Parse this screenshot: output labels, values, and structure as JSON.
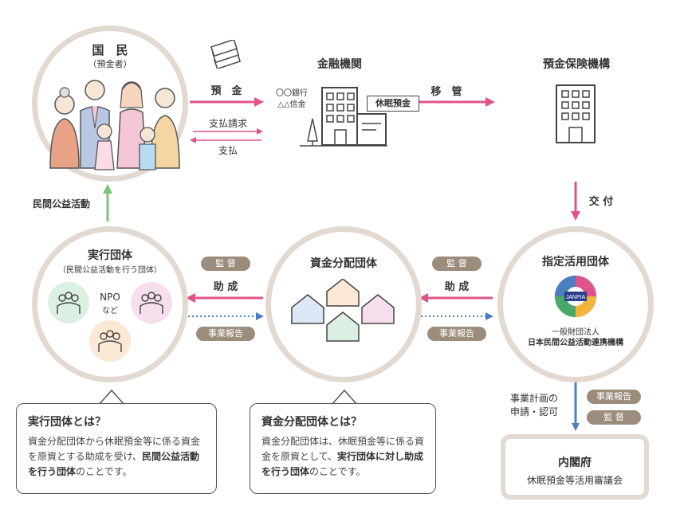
{
  "citizens": {
    "title": "国　民",
    "subtitle": "（預金者）"
  },
  "deposit_label": "預　金",
  "payment_request_label": "支払請求",
  "payment_label": "支払",
  "bank": {
    "title": "金融機関",
    "line1": "〇〇銀行",
    "line2": "△△信金",
    "dormant_tag": "休眠預金"
  },
  "transfer_label": "移　管",
  "insurance": {
    "title": "預金保険機構"
  },
  "grant_label": "交 付",
  "civic_activity_label": "民間公益活動",
  "implementing": {
    "title": "実行団体",
    "subtitle": "（民間公益活動を行う団体）",
    "npo_line1": "NPO",
    "npo_line2": "など"
  },
  "distributing": {
    "title": "資金分配団体"
  },
  "designated": {
    "title": "指定活用団体",
    "logo_text": "JANPIA",
    "org_line1": "一般財団法人",
    "org_line2": "日本民間公益活動連携機構"
  },
  "left_arrows": {
    "supervision": "監 督",
    "support": "助 成",
    "report": "事業報告"
  },
  "right_arrows": {
    "supervision": "監 督",
    "support": "助 成",
    "report": "事業報告"
  },
  "plan_label_line1": "事業計画の",
  "plan_label_line2": "申請・認可",
  "cabinet_pills": {
    "report": "事業報告",
    "supervision": "監 督"
  },
  "cabinet": {
    "title": "内閣府",
    "subtitle": "休眠預金等活用審議会"
  },
  "bubble_left": {
    "title": "実行団体とは？",
    "body_pre": "資金分配団体から休眠預金等に係る資金を原資とする助成を受け、",
    "body_bold": "民間公益活動を行う団体",
    "body_post": "のことです。"
  },
  "bubble_right": {
    "title": "資金分配団体とは？",
    "body_pre": "資金分配団体は、休眠預金等に係る資金を原資として、",
    "body_bold": "実行団体に対し助成を行う団体",
    "body_post": "のことです。"
  },
  "colors": {
    "pink": "#e0538a",
    "green": "#7cc47a",
    "blue": "#4a7fc0",
    "ring": "#e2d9d0",
    "pill": "#9b8c7c"
  }
}
